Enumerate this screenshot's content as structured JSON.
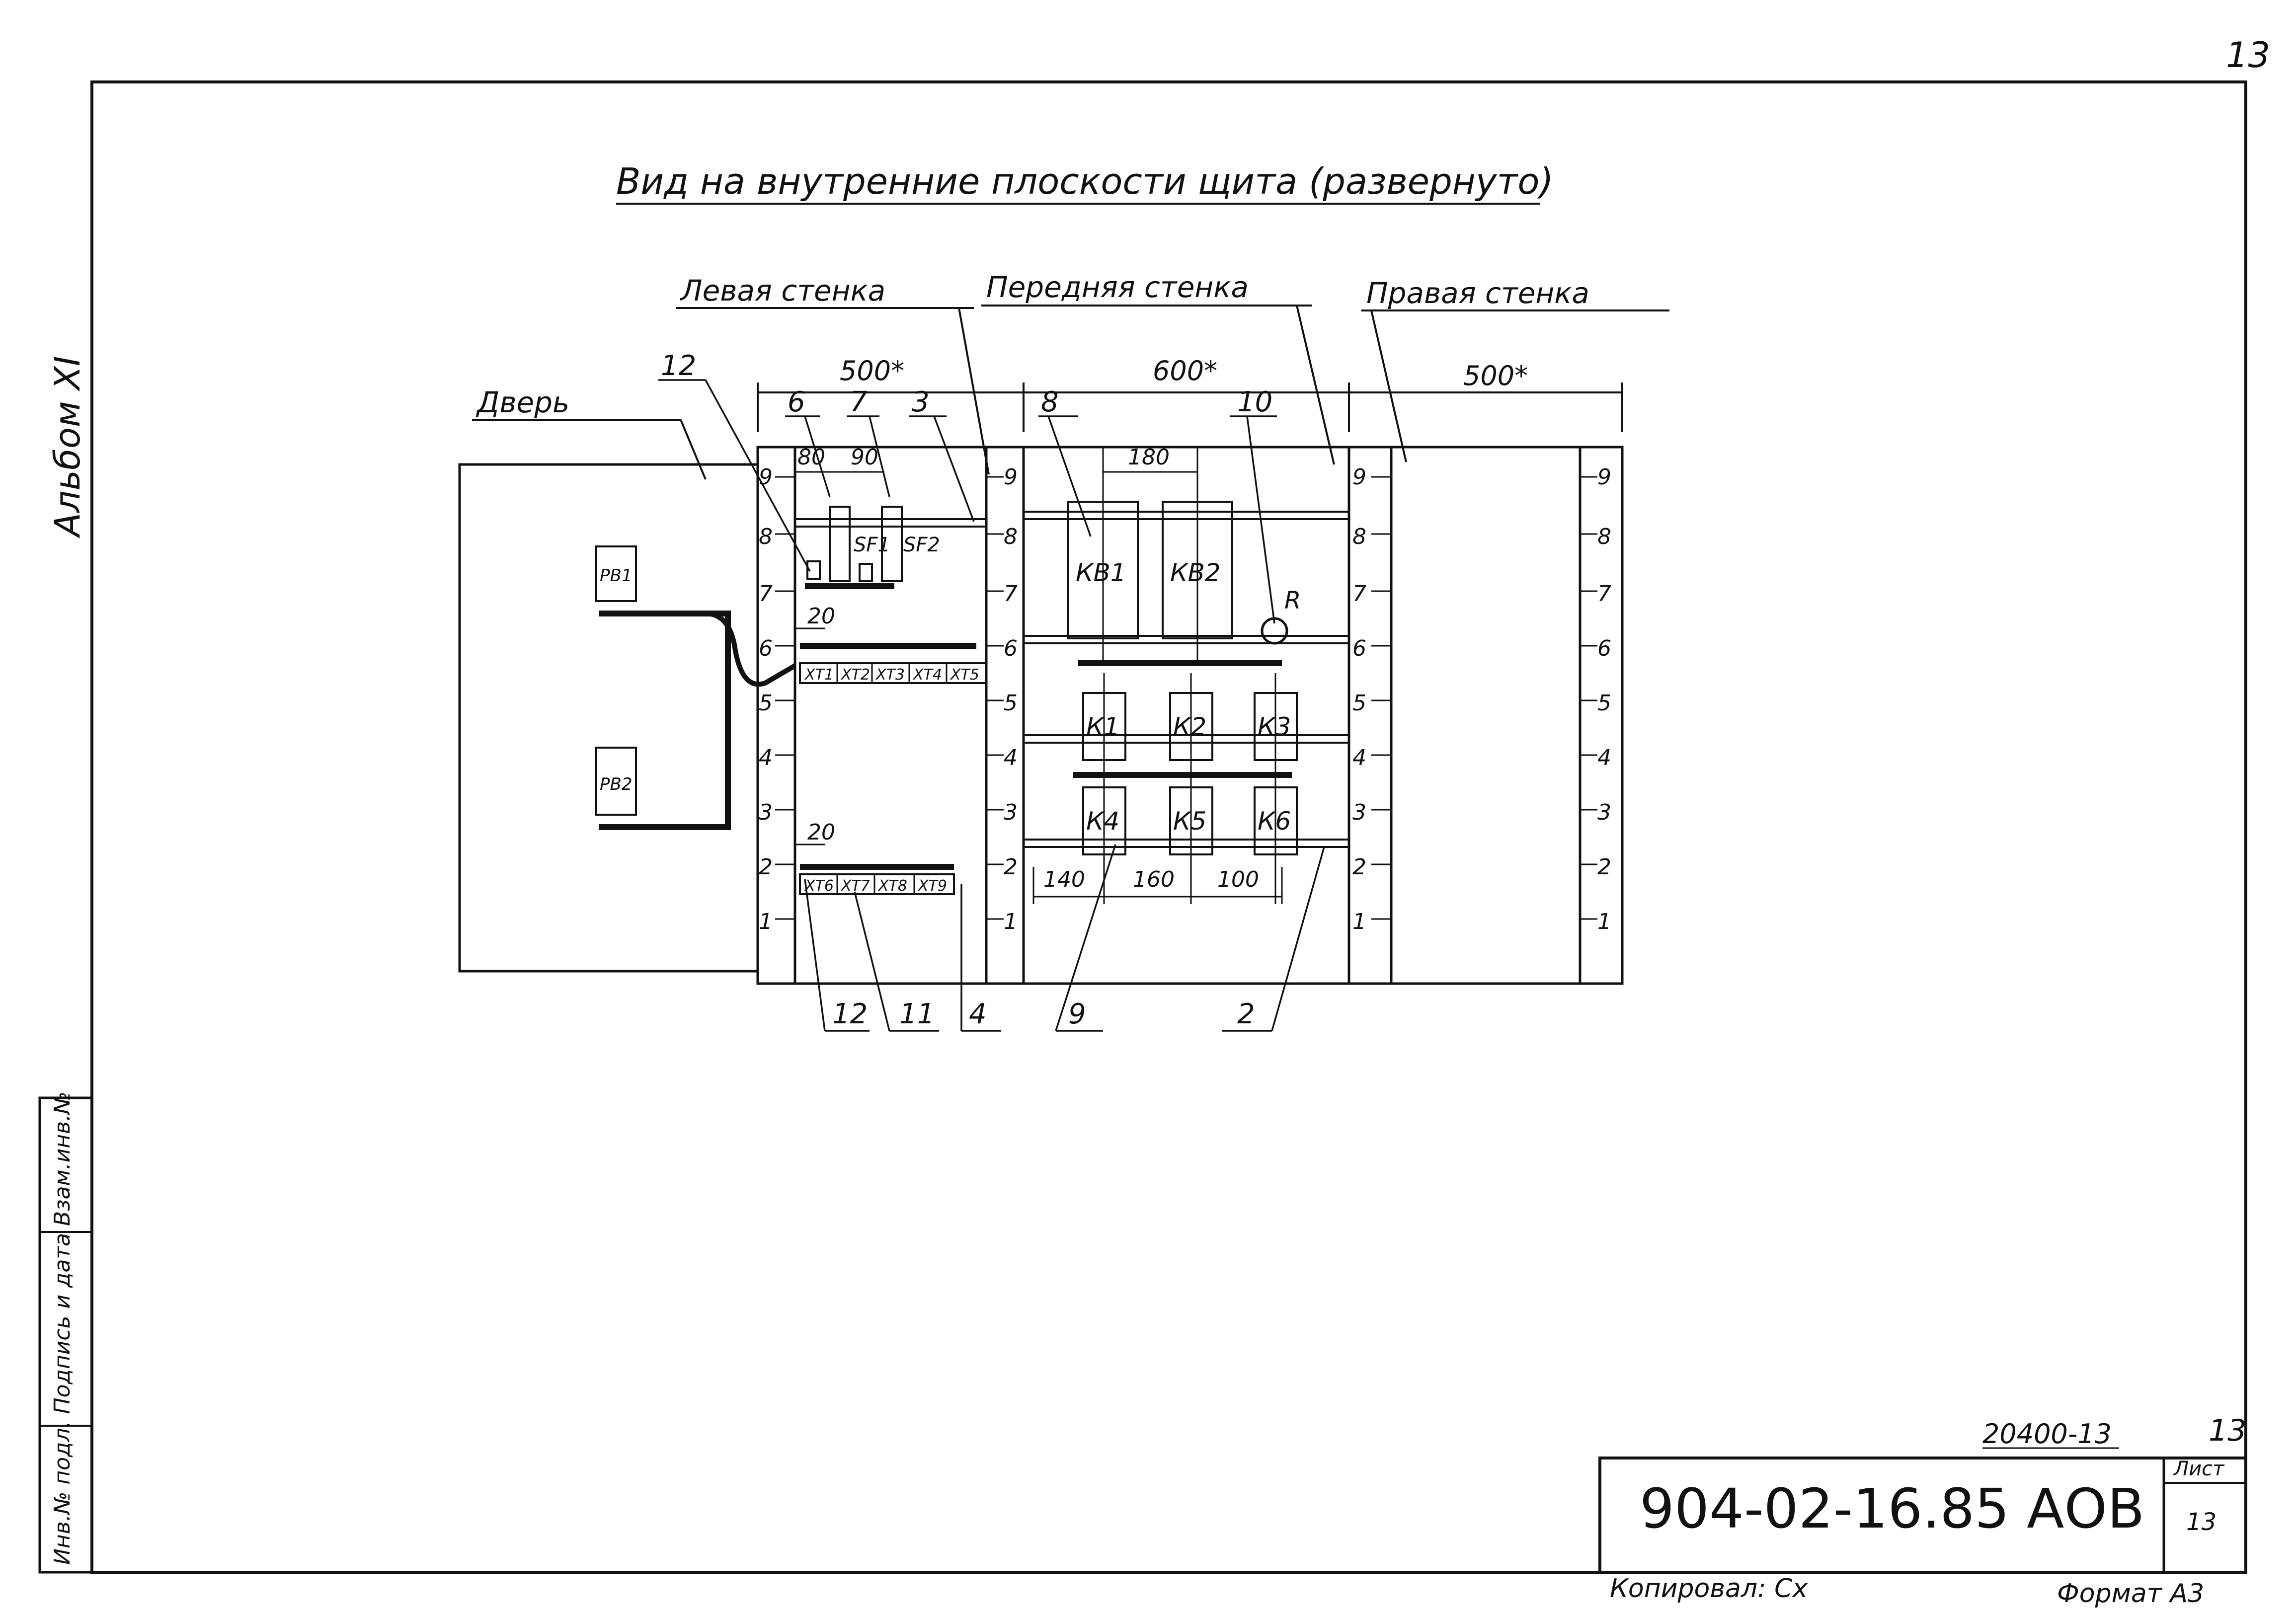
{
  "page_number": "13",
  "title": "Вид на внутренние плоскости щита (развернуто)",
  "wall_labels": {
    "left": "Левая стенка",
    "front": "Передняя стенка",
    "right": "Правая стенка",
    "door": "Дверь"
  },
  "dimensions": {
    "left_width": "500*",
    "front_width": "600*",
    "right_width": "500*",
    "d80": "80",
    "d90": "90",
    "d180": "180",
    "d20_top": "20",
    "d20_bottom": "20",
    "d140": "140",
    "d160": "160",
    "d100": "100"
  },
  "callouts": [
    "12",
    "6",
    "7",
    "3",
    "8",
    "10",
    "12",
    "11",
    "4",
    "9",
    "2"
  ],
  "scale_marks": [
    "9",
    "8",
    "7",
    "6",
    "5",
    "4",
    "3",
    "2",
    "1"
  ],
  "components": {
    "door": [
      "РВ1",
      "РВ2"
    ],
    "breakers": [
      "SF1",
      "SF2"
    ],
    "relays_top": [
      "КВ1",
      "КВ2"
    ],
    "resistor": "R",
    "contactors_row1": [
      "К1",
      "К2",
      "К3"
    ],
    "contactors_row2": [
      "К4",
      "К5",
      "К6"
    ],
    "terminals_top": [
      "ХТ1",
      "ХТ2",
      "ХТ3",
      "ХТ4",
      "ХТ5"
    ],
    "terminals_bottom": [
      "ХТ6",
      "ХТ7",
      "ХТ8",
      "ХТ9"
    ]
  },
  "side_stamp": {
    "album": "Альбом XI",
    "stamp_text": "Инв.№ подл. Подпись и дата Взам.инв.№"
  },
  "title_block": {
    "code": "904-02-16.85 АОВ",
    "number": "20400-13",
    "sheet_label": "Лист",
    "sheet_top": "13",
    "sheet_value": "13"
  },
  "footer": {
    "copied": "Копировал: Сх",
    "format": "Формат А3"
  }
}
